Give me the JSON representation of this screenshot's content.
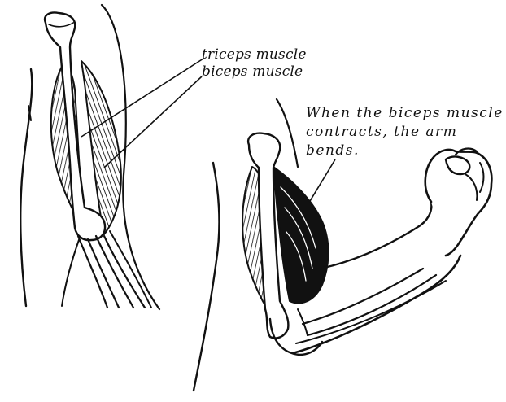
{
  "labels": {
    "triceps": "triceps muscle",
    "biceps": "biceps muscle"
  },
  "caption": {
    "line1": "When the biceps muscle",
    "line2": "contracts, the arm",
    "line3": "bends."
  },
  "colors": {
    "ink": "#111111",
    "paper": "#ffffff"
  }
}
